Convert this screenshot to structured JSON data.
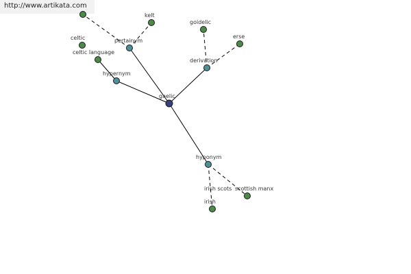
{
  "banner": {
    "url": "http://www.artikata.com"
  },
  "colors": {
    "root": "#3b3f7a",
    "relation": "#4f8f98",
    "term": "#4d8a48",
    "edge": "#000000"
  },
  "graph": {
    "nodes": [
      {
        "id": "gaelic",
        "label": "gaelic",
        "kind": "root"
      },
      {
        "id": "hypernym",
        "label": "hypernym",
        "kind": "relation"
      },
      {
        "id": "pertainym",
        "label": "pertainym",
        "kind": "relation"
      },
      {
        "id": "derivation",
        "label": "derivation",
        "kind": "relation"
      },
      {
        "id": "hyponym",
        "label": "hyponym",
        "kind": "relation"
      },
      {
        "id": "celtic-language",
        "label": "celtic language",
        "kind": "term"
      },
      {
        "id": "celtic",
        "label": "celtic",
        "kind": "term"
      },
      {
        "id": "partial-term",
        "label": "",
        "kind": "term"
      },
      {
        "id": "kelt",
        "label": "kelt",
        "kind": "term"
      },
      {
        "id": "goidelic",
        "label": "goidelic",
        "kind": "term"
      },
      {
        "id": "erse",
        "label": "erse",
        "kind": "term"
      },
      {
        "id": "irish-scots",
        "label": "irish scots",
        "kind": "term"
      },
      {
        "id": "scottish-manx",
        "label": "scottish manx",
        "kind": "term"
      },
      {
        "id": "irish",
        "label": "irish",
        "kind": "term"
      }
    ],
    "edges": [
      {
        "from": "gaelic",
        "to": "hypernym",
        "style": "solid"
      },
      {
        "from": "gaelic",
        "to": "pertainym",
        "style": "solid"
      },
      {
        "from": "gaelic",
        "to": "derivation",
        "style": "solid"
      },
      {
        "from": "gaelic",
        "to": "hyponym",
        "style": "solid"
      },
      {
        "from": "hypernym",
        "to": "celtic-language",
        "style": "solid"
      },
      {
        "from": "pertainym",
        "to": "partial-term",
        "style": "dashed"
      },
      {
        "from": "pertainym",
        "to": "kelt",
        "style": "dashed"
      },
      {
        "from": "derivation",
        "to": "goidelic",
        "style": "dashed"
      },
      {
        "from": "derivation",
        "to": "erse",
        "style": "dashed"
      },
      {
        "from": "hyponym",
        "to": "irish",
        "style": "dashed"
      },
      {
        "from": "hyponym",
        "to": "scottish-manx",
        "style": "dashed"
      }
    ]
  }
}
